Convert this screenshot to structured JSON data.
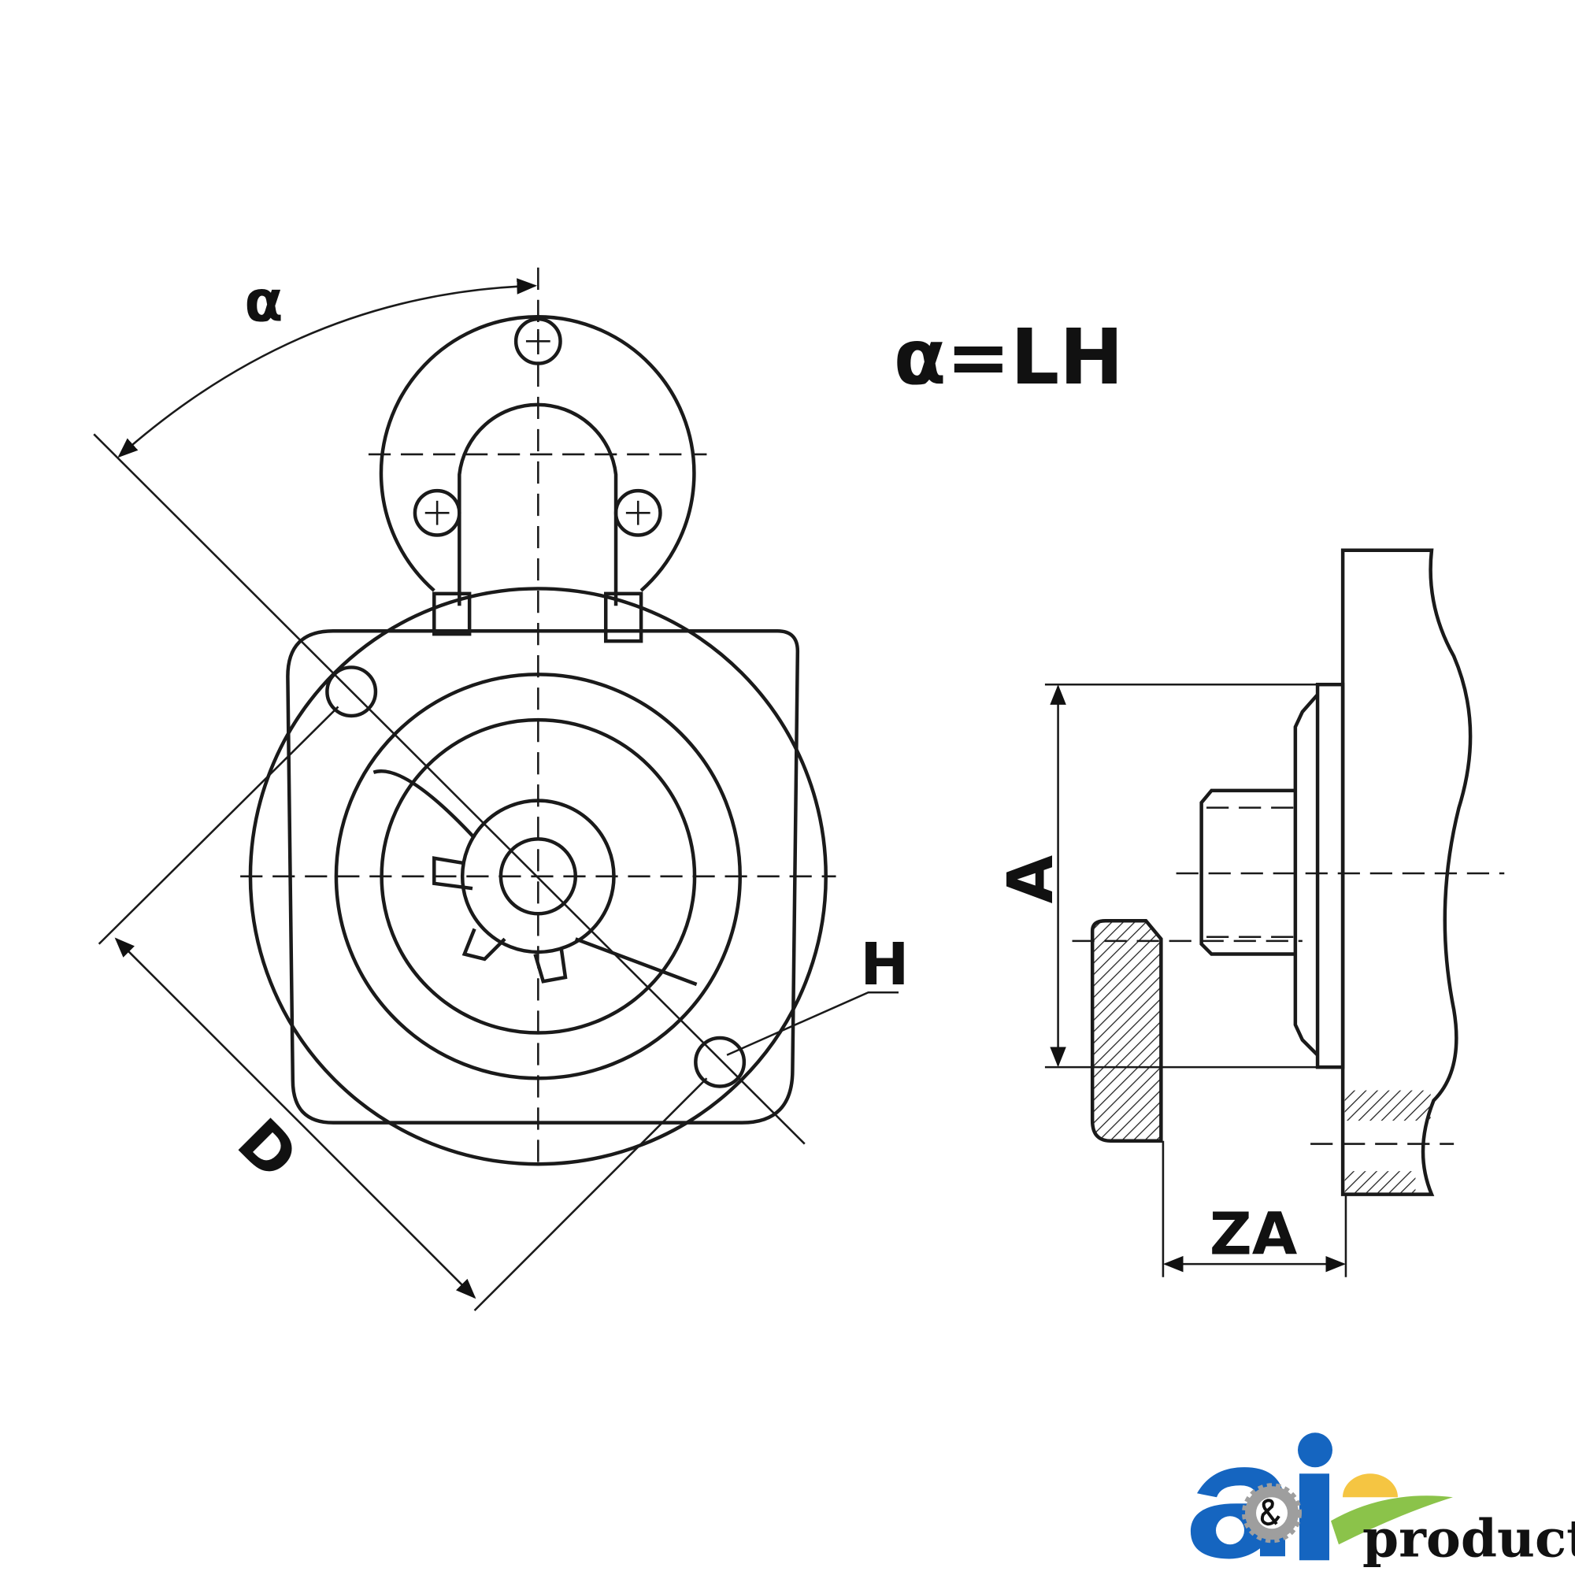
{
  "labels": {
    "alpha": "α",
    "formula": "α=LH",
    "H": "H",
    "D": "D",
    "A": "A",
    "ZA": "ZA"
  },
  "logo": {
    "text": "a&i products",
    "word": "products",
    "colors": {
      "blue": "#1565c0",
      "gear": "#9e9e9e",
      "sun": "#f5c542",
      "field": "#8bc34a"
    }
  }
}
